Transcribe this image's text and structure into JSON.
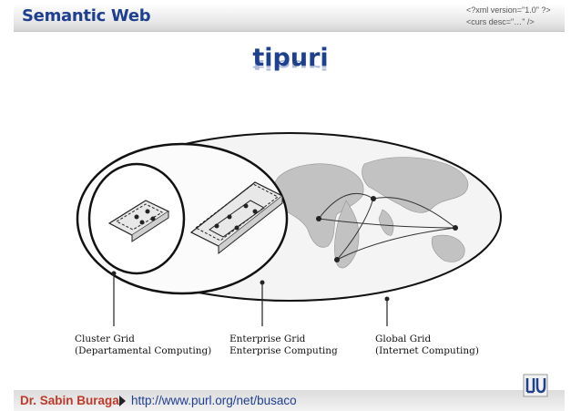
{
  "header": {
    "title": "Semantic Web",
    "xml_line1": "<?xml version=\"1.0\" ?>",
    "xml_line2": "<curs desc=\"…\" />"
  },
  "slide": {
    "title": "tipuri"
  },
  "diagram": {
    "cluster_caption_line1": "Cluster Grid",
    "cluster_caption_line2": "(Departamental Computing)",
    "enterprise_caption_line1": "Enterprise Grid",
    "enterprise_caption_line2": "Enterprise Computing",
    "global_caption_line1": "Global Grid",
    "global_caption_line2": "(Internet Computing)"
  },
  "footer": {
    "author": "Dr. Sabin Buraga",
    "url": "http://www.purl.org/net/busaco"
  },
  "colors": {
    "title_blue": "#1f3f8f",
    "author_red": "#c0392b"
  },
  "icons": [
    "play-arrow-icon",
    "university-logo-icon"
  ]
}
